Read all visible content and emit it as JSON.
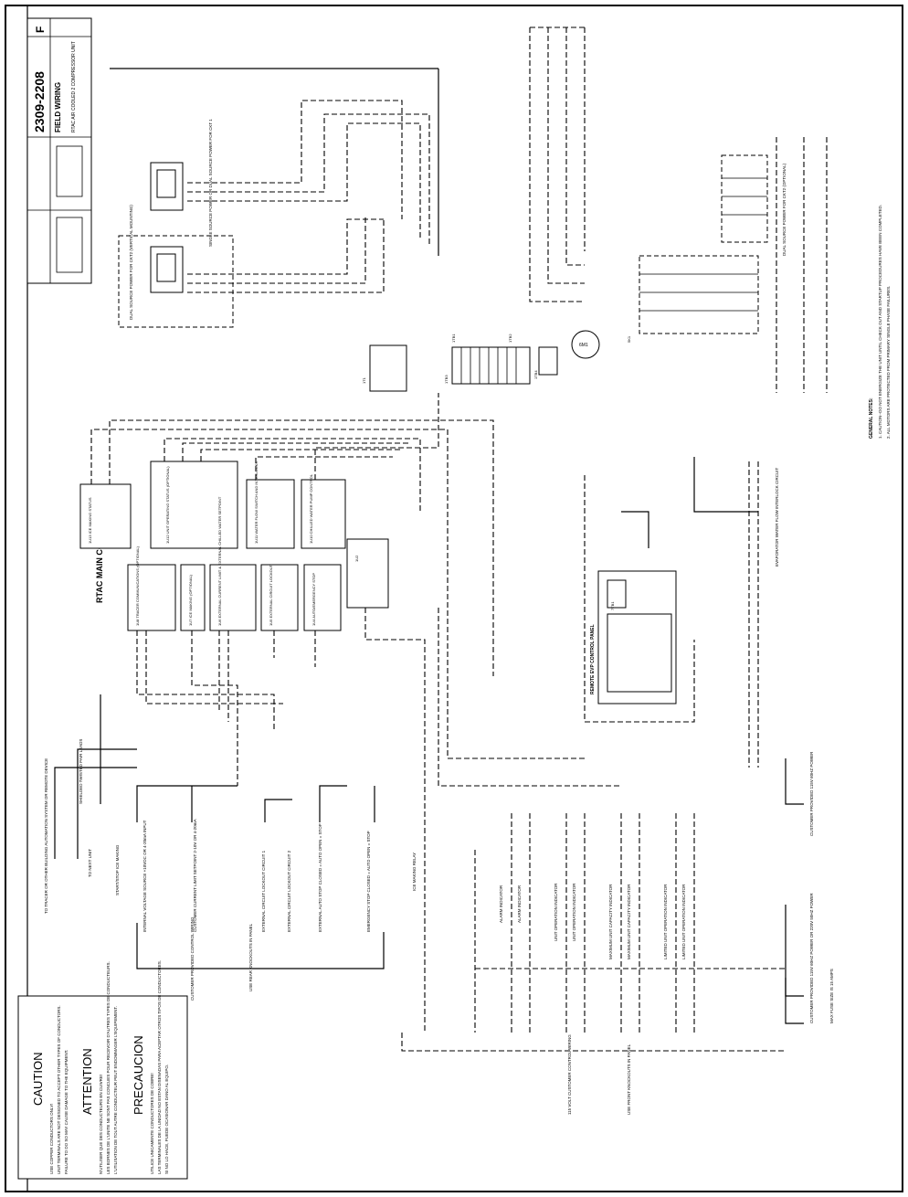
{
  "title_block": {
    "drawing_number": "2309-2208",
    "revision": "F",
    "title": "FIELD WIRING",
    "subtitle": "RTAC AIR COOLED 2 COMPRESSOR UNIT"
  },
  "panel_title": "RTAC MAIN CONTROL PANEL",
  "remote_panel_title": "REMOTE EVP CONTROL PANEL",
  "caution": {
    "heading": "CAUTION",
    "line1": "USE COPPER CONDUCTORS ONLY!",
    "line2": "UNIT TERMINALS ARE NOT DESIGNED TO ACCEPT OTHER TYPES OF CONDUCTORS.",
    "line3": "FAILURE TO DO SO MAY CAUSE DAMAGE TO THE EQUIPMENT."
  },
  "attention": {
    "heading": "ATTENTION",
    "line1": "N'UTILISER QUE DES CONDUCTEURS EN CUIVRE!",
    "line2": "LES BORNES DE L'UNITE NE SONT PAS CONCUES POUR RECEVOIR D'AUTRES TYPES DE CONDUCTEURS.",
    "line3": "L'UTILISATION DE TOUT AUTRE CONDUCTEUR PEUT ENDOMMAGER L'EQUIPEMENT."
  },
  "precaucion": {
    "heading": "PRECAUCION",
    "line1": "UTILICE UNICAMENTE CONDUCTORES DE COBRE!",
    "line2": "LAS TERMINALES DE LA UNIDAD NO ESTAN DISENADAS PARA ACEPTAR OTROS TIPOS DE CONDUCTORES.",
    "line3": "SI NO LO HACE, PUEDE OCASIONAR DANO AL EQUIPO."
  },
  "general_notes": {
    "heading": "GENERAL NOTES:",
    "note1": "1. CAUTION--DO NOT ENERGIZE THE UNIT UNTIL CHECK OUT AND STARTUP PROCEDURES HAVE BEEN COMPLETED.",
    "note2": "2. ALL MOTORS ARE PROTECTED FROM PRIMARY SINGLE PHASE FAILURES."
  },
  "modules": {
    "1u13": "1U13 ICE MAKING STATUS",
    "1u12": "1U12 UNIT OPERATING STATUS (OPTIONAL)",
    "1u11": "1U11 WATER FLOW SWITCH AND INTERLOCKS",
    "1u10": "1U10 CHILLED WATER PUMP CONTROL",
    "1u8": "1U8 TRACER COMMUNICATIONS (OPTIONAL)",
    "1u7": "1U7 ICE MAKING (OPTIONAL)",
    "1u6": "1U6 EXTERNAL CURRENT LIMIT & EXTERNAL CHILLED WATER SETPOINT",
    "1u5": "1U5 EXTERNAL CIRCUIT LOCKOUT",
    "1u4": "1U4 AUTO/EMERGENCY STOP",
    "1u2": "1U2"
  },
  "left_labels": {
    "tracer": "TO TRACER OR OTHER BUILDING AUTOMATION SYSTEM OR REMOTE DEVICE",
    "shielded1": "SHIELDED TWISTED PAIR LEADS",
    "to_next_unit": "TO NEXT UNIT",
    "start_stop": "START/STOP ICE MAKING",
    "ext_chw_setpoint": "INTERNAL VOLTAGE SOURCE +10VDC OR 4-20mA INPUT",
    "ext_current_limit": "CUSTOMER CURRENT LIMIT SETPOINT 2-10V OR 4-20mA",
    "lockout1": "EXTERNAL CIRCUIT LOCKOUT CIRCUIT 1",
    "lockout2": "EXTERNAL CIRCUIT LOCKOUT CIRCUIT 2",
    "auto_stop": "EXTERNAL AUTO STOP CLOSED = AUTO OPEN = STOP",
    "emergency_stop": "EMERGENCY STOP CLOSED = AUTO OPEN = STOP",
    "customer_wiring": "CUSTOMER PROVIDED CONTROL WIRING",
    "use_rear": "USE REAR KNOCKOUTS IN PANEL"
  },
  "indicators": [
    "ALARM INDICATOR",
    "ALARM INDICATOR",
    "UNIT OPERATION INDICATOR",
    "UNIT OPERATION INDICATOR",
    "MAXIMUM UNIT CAPACITY INDICATOR",
    "MAXIMUM UNIT CAPACITY INDICATOR",
    "LIMITED UNIT OPERATION INDICATOR",
    "LIMITED UNIT OPERATION INDICATOR"
  ],
  "power_labels": {
    "dual_source_ckt2": "DUAL SOURCE POWER FOR CKT2 (OPTIONAL)",
    "single_dual_ckt1": "SINGLE SOURCE POWER OR DUAL SOURCE POWER FOR CKT 1",
    "dual_source_ckt2_b": "DUAL SOURCE POWER FOR CKT2 (VERTICAL MOUNTING)",
    "customer_115v": "CUSTOMER PROVIDED 115V 60HZ POWER",
    "customer_115v_b": "CUSTOMER PROVIDED 115V 60HZ POWER OR 220V 50HZ POWER",
    "max_fuse": "MAX FUSE SIZE IS 15 AMPS",
    "ice_making": "ICE MAKING RELAY",
    "evap_water": "EVAPORATOR WATER FLOW INTERLOCK CIRCUIT",
    "115_volt": "115 VOLT CUSTOMER CONTROL WIRING",
    "use_front": "USE FRONT KNOCKOUTS IN PANEL"
  },
  "terminals": [
    "1TB1",
    "1TB2",
    "1TB3",
    "1TB4",
    "7TB1",
    "1T1",
    "6M1",
    "5K1"
  ]
}
